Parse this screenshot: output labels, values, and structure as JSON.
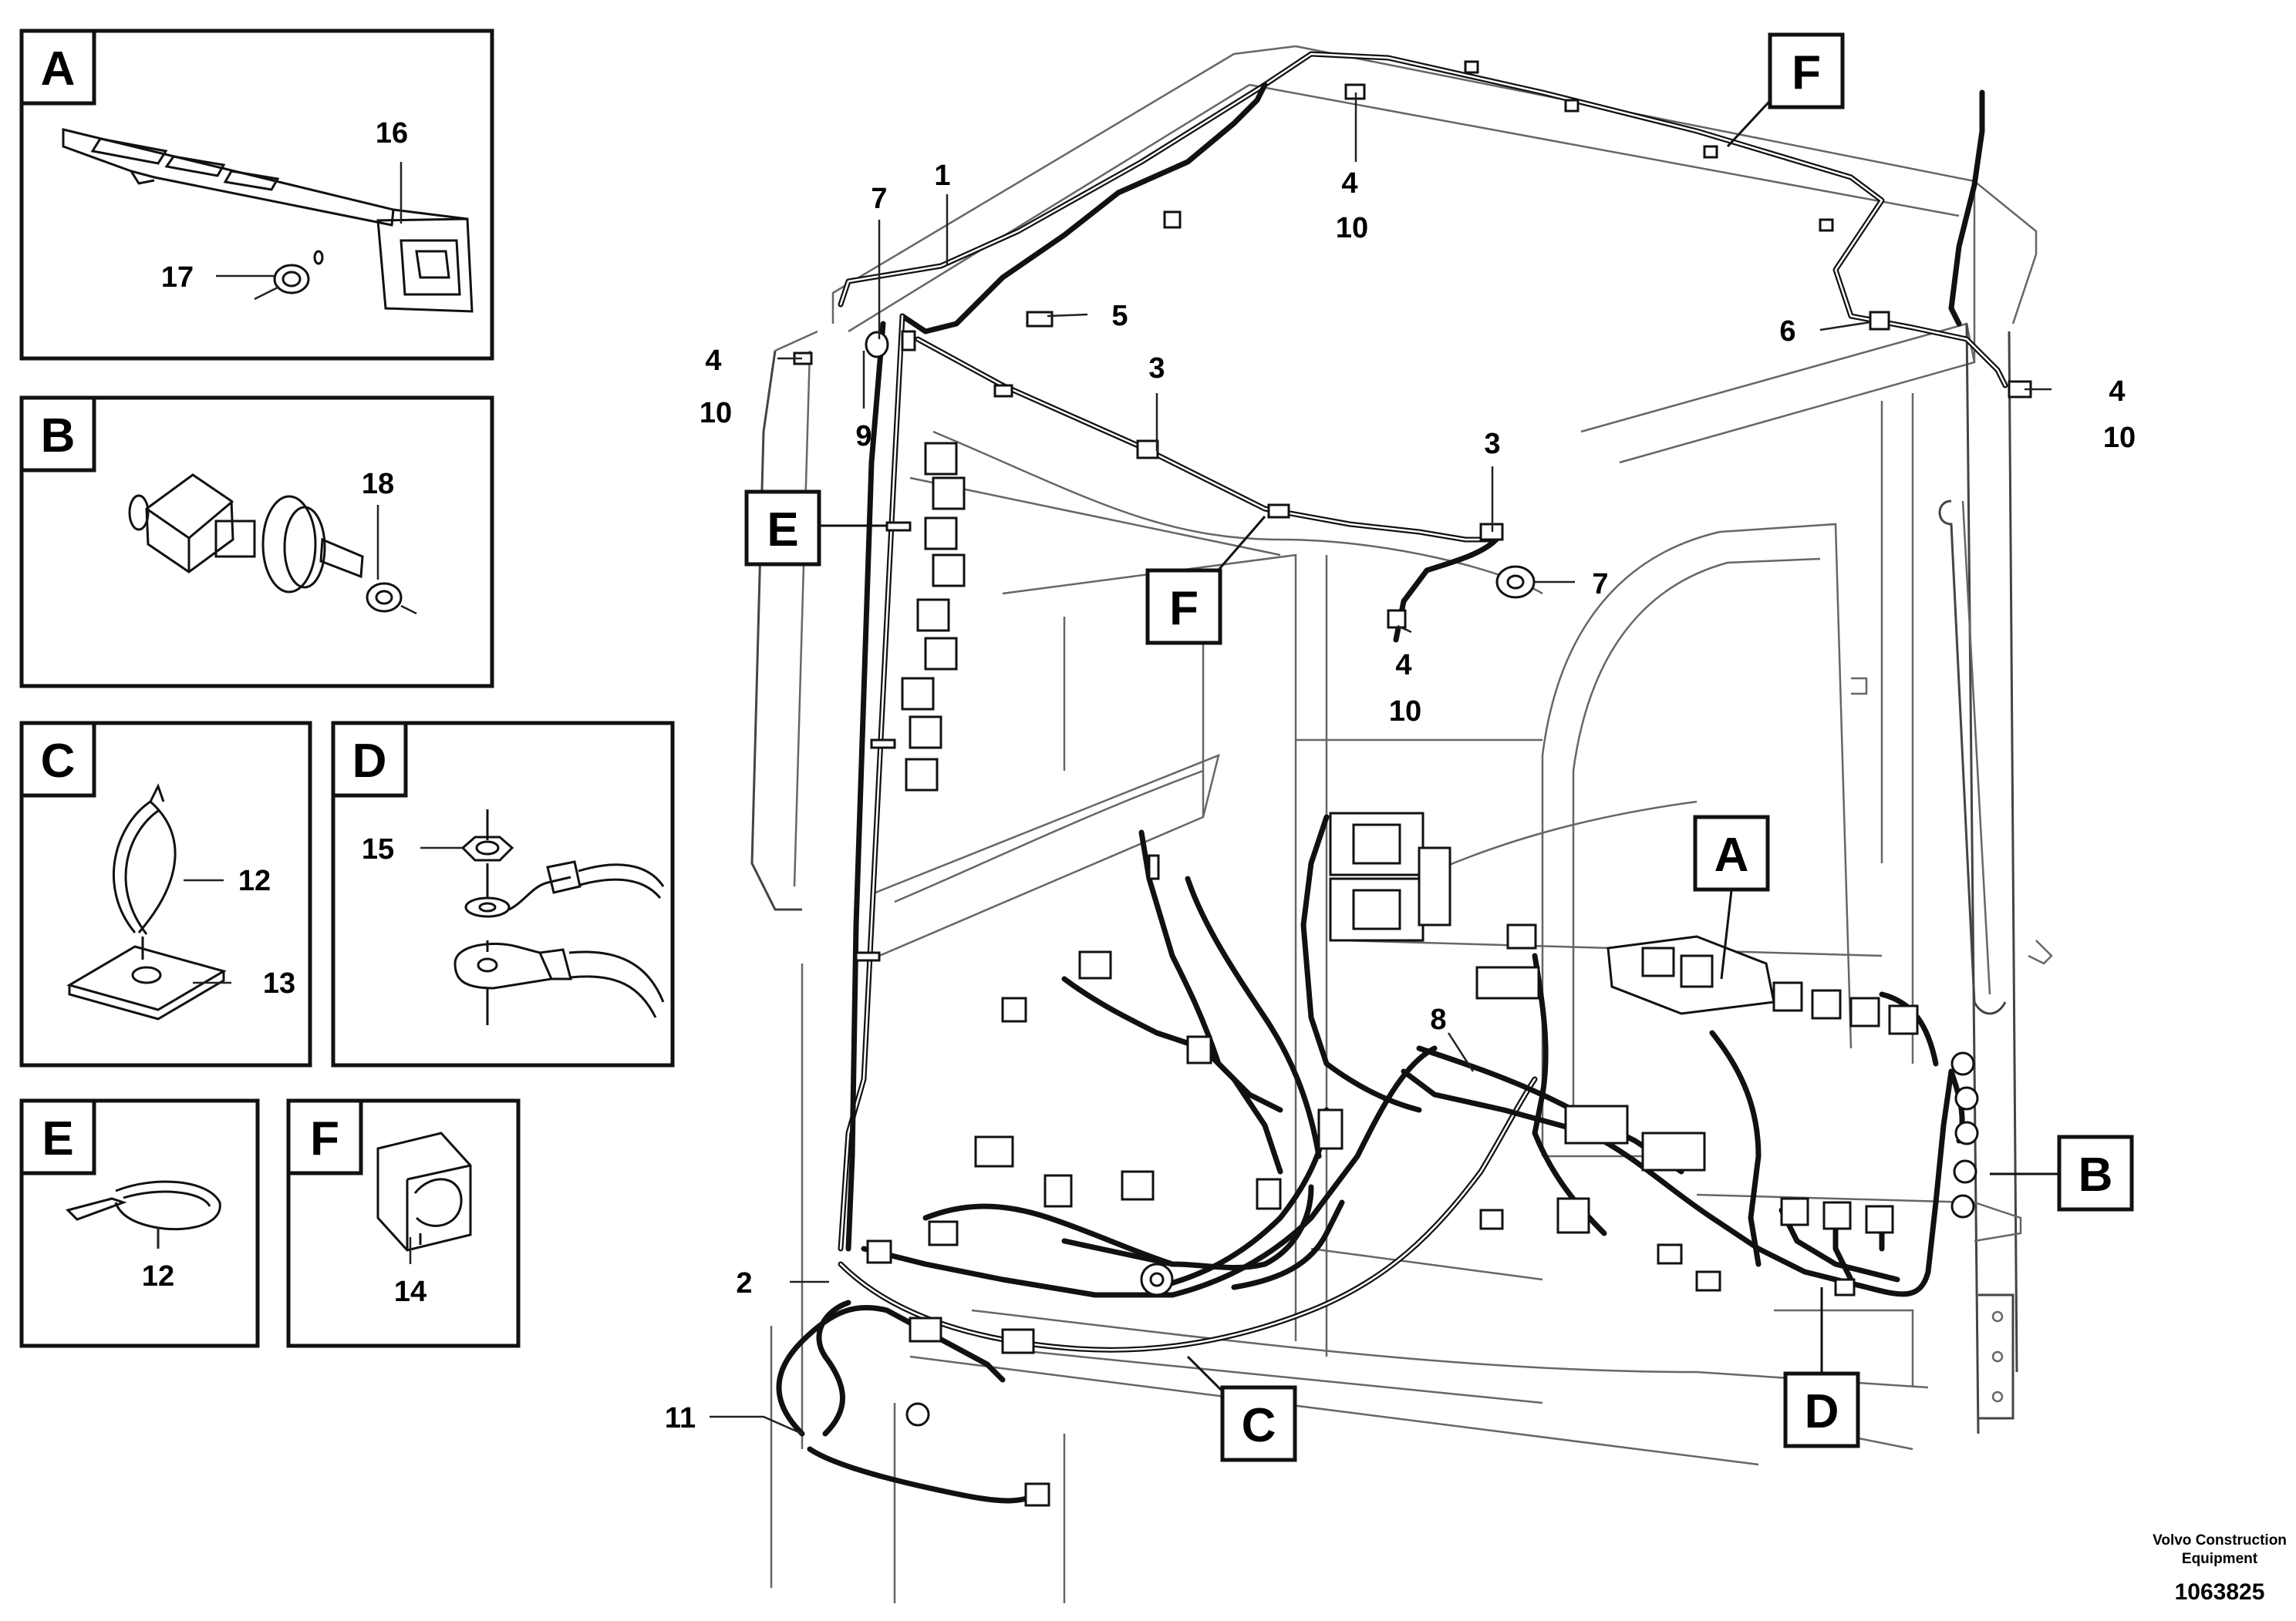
{
  "detail_panels": [
    {
      "letter": "A",
      "callouts": [
        "16",
        "17"
      ]
    },
    {
      "letter": "B",
      "callouts": [
        "18"
      ]
    },
    {
      "letter": "C",
      "callouts": [
        "12",
        "13"
      ]
    },
    {
      "letter": "D",
      "callouts": [
        "15"
      ]
    },
    {
      "letter": "E",
      "callouts": [
        "12"
      ]
    },
    {
      "letter": "F",
      "callouts": [
        "14"
      ]
    }
  ],
  "main_view": {
    "callouts": [
      "1",
      "7",
      "5",
      "4",
      "10",
      "9",
      "3",
      "3",
      "4",
      "10",
      "6",
      "4",
      "10",
      "7",
      "4",
      "10",
      "8",
      "2",
      "11"
    ],
    "detail_refs": [
      "F",
      "E",
      "F",
      "A",
      "B",
      "C",
      "D"
    ]
  },
  "footer": {
    "brand_line1": "Volvo Construction",
    "brand_line2": "Equipment",
    "doc_number": "1063825"
  },
  "colors": {
    "ink": "#111111",
    "cab_outline": "#666666",
    "background": "#ffffff"
  }
}
